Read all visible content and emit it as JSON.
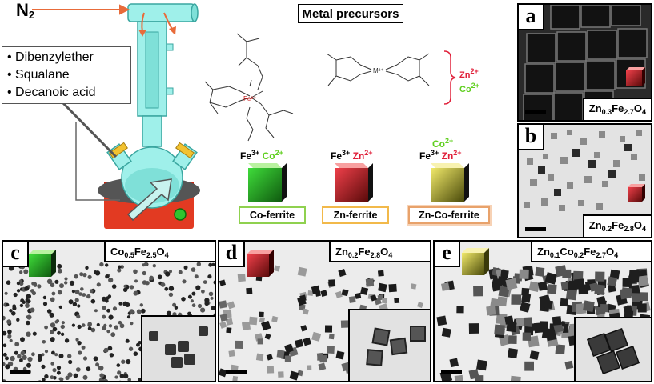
{
  "setup": {
    "gas_label": "N",
    "gas_subscript": "2",
    "solvents": [
      "Dibenzylether",
      "Squalane",
      "Decanoic acid"
    ],
    "bullet": "•"
  },
  "precursors": {
    "title": "Metal precursors",
    "fe_center": "Fe³⁺",
    "m_center": "M²⁺",
    "ions": [
      {
        "label": "Zn",
        "charge": "2+",
        "color": "#e0203a"
      },
      {
        "label": "Co",
        "charge": "2+",
        "color": "#5fcf1e"
      }
    ]
  },
  "ferrites": [
    {
      "name": "Co-ferrite",
      "box_color": "#8fd14f",
      "ions": [
        {
          "text": "Fe",
          "sup": "3+",
          "color": "#000000"
        },
        {
          "text": "Co",
          "sup": "2+",
          "color": "#5fcf1e"
        }
      ]
    },
    {
      "name": "Zn-ferrite",
      "box_color": "#f2b94a",
      "ions": [
        {
          "text": "Fe",
          "sup": "3+",
          "color": "#000000"
        },
        {
          "text": "Zn",
          "sup": "2+",
          "color": "#e0203a"
        }
      ]
    },
    {
      "name": "Zn-Co-ferrite",
      "box_color": "#e8a26b",
      "top_ion": {
        "text": "Co",
        "sup": "2+",
        "color": "#5fcf1e"
      },
      "ions": [
        {
          "text": "Fe",
          "sup": "3+",
          "color": "#000000"
        },
        {
          "text": "Zn",
          "sup": "2+",
          "color": "#e0203a"
        }
      ]
    }
  ],
  "panels": {
    "a": {
      "letter": "a",
      "formula": [
        [
          "Zn",
          "0.3"
        ],
        [
          "Fe",
          "2.7"
        ],
        [
          "O",
          "4"
        ]
      ]
    },
    "b": {
      "letter": "b",
      "formula": [
        [
          "Zn",
          "0.2"
        ],
        [
          "Fe",
          "2.8"
        ],
        [
          "O",
          "4"
        ]
      ]
    },
    "c": {
      "letter": "c",
      "formula": [
        [
          "Co",
          "0.5"
        ],
        [
          "Fe",
          "2.5"
        ],
        [
          "O",
          "4"
        ]
      ]
    },
    "d": {
      "letter": "d",
      "formula": [
        [
          "Zn",
          "0.2"
        ],
        [
          "Fe",
          "2.8"
        ],
        [
          "O",
          "4"
        ]
      ]
    },
    "e": {
      "letter": "e",
      "formula": [
        [
          "Zn",
          "0.1"
        ],
        [
          "Co",
          "0.2"
        ],
        [
          "Fe",
          "2.7"
        ],
        [
          "O",
          "4"
        ]
      ]
    }
  },
  "colors": {
    "cobalt": "#5fcf1e",
    "zinc": "#e0203a",
    "reactor": "#7fe0d8",
    "heater": "#e03020",
    "arrow": "#e86b3a"
  }
}
